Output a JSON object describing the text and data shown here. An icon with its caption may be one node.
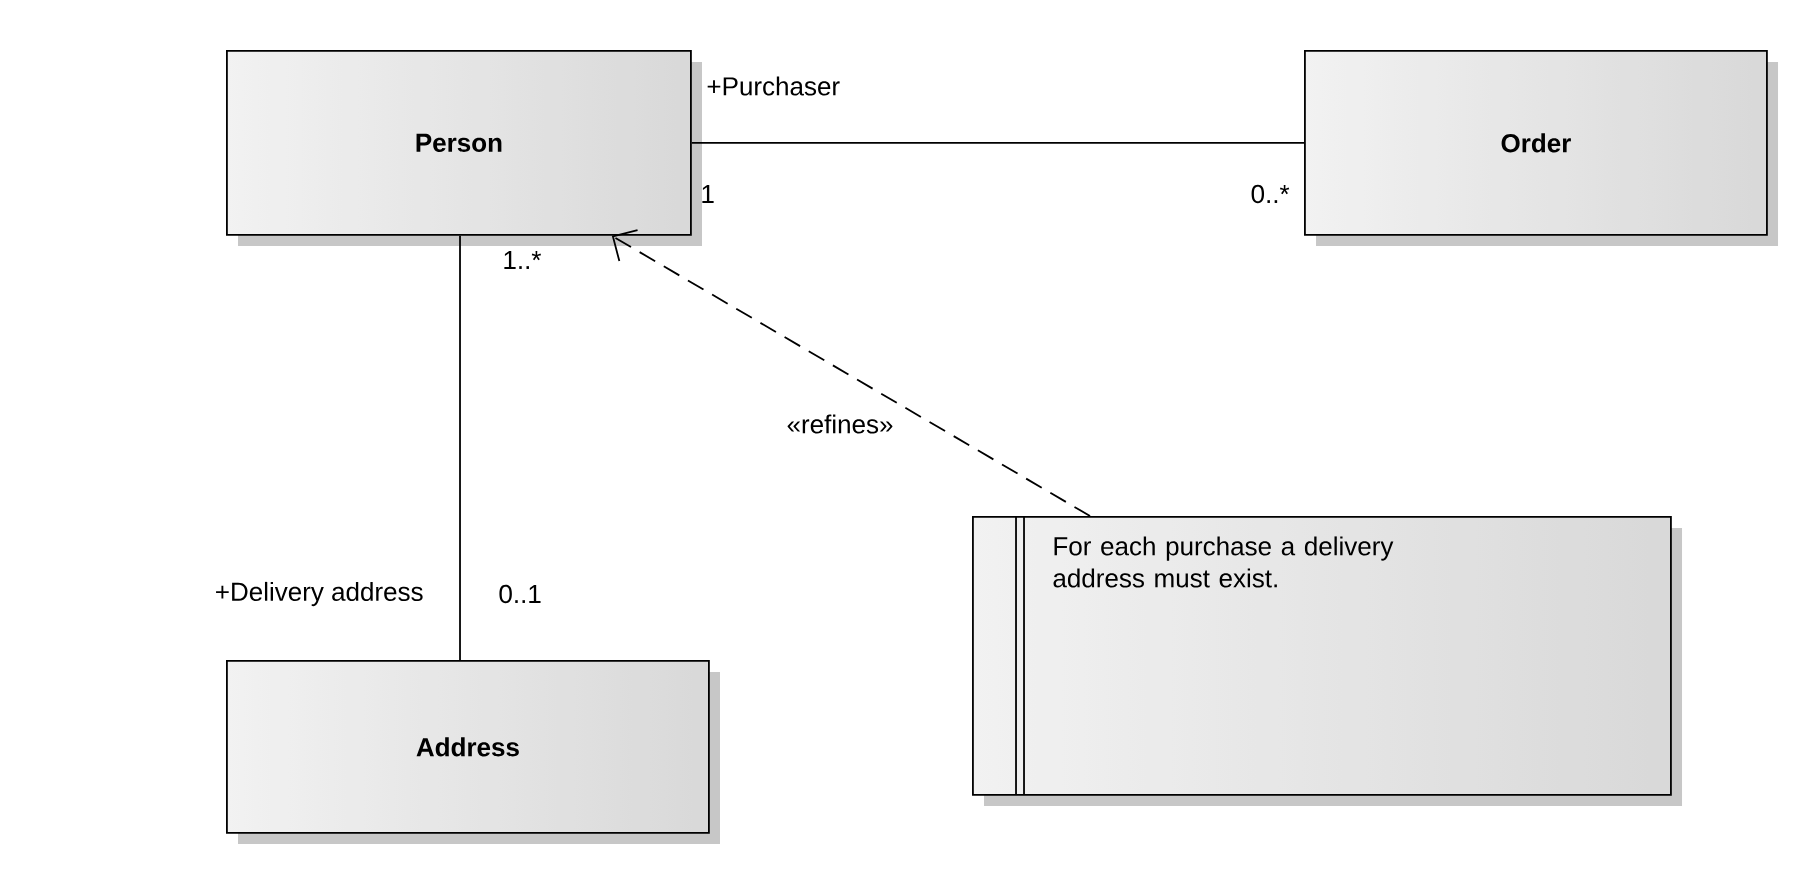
{
  "diagram": {
    "nodes": [
      {
        "text": [
          "Person"
        ]
      },
      {
        "text": [
          "Order"
        ]
      },
      {
        "text": [
          "Address"
        ]
      },
      {
        "text": [
          "For each purchase a delivery address must exist."
        ]
      }
    ],
    "edges": [
      {
        "from": 0,
        "to": 1,
        "arrow": "none"
      },
      {
        "from": 0,
        "to": 2,
        "arrow": "none"
      },
      {
        "from": 3,
        "to": 0,
        "arrow": "to",
        "style": "dashed",
        "label": "«refines»"
      }
    ],
    "labels": [
      "+Purchaser",
      "1",
      "0..*",
      "1..*",
      "+Delivery address",
      "0..1"
    ]
  }
}
